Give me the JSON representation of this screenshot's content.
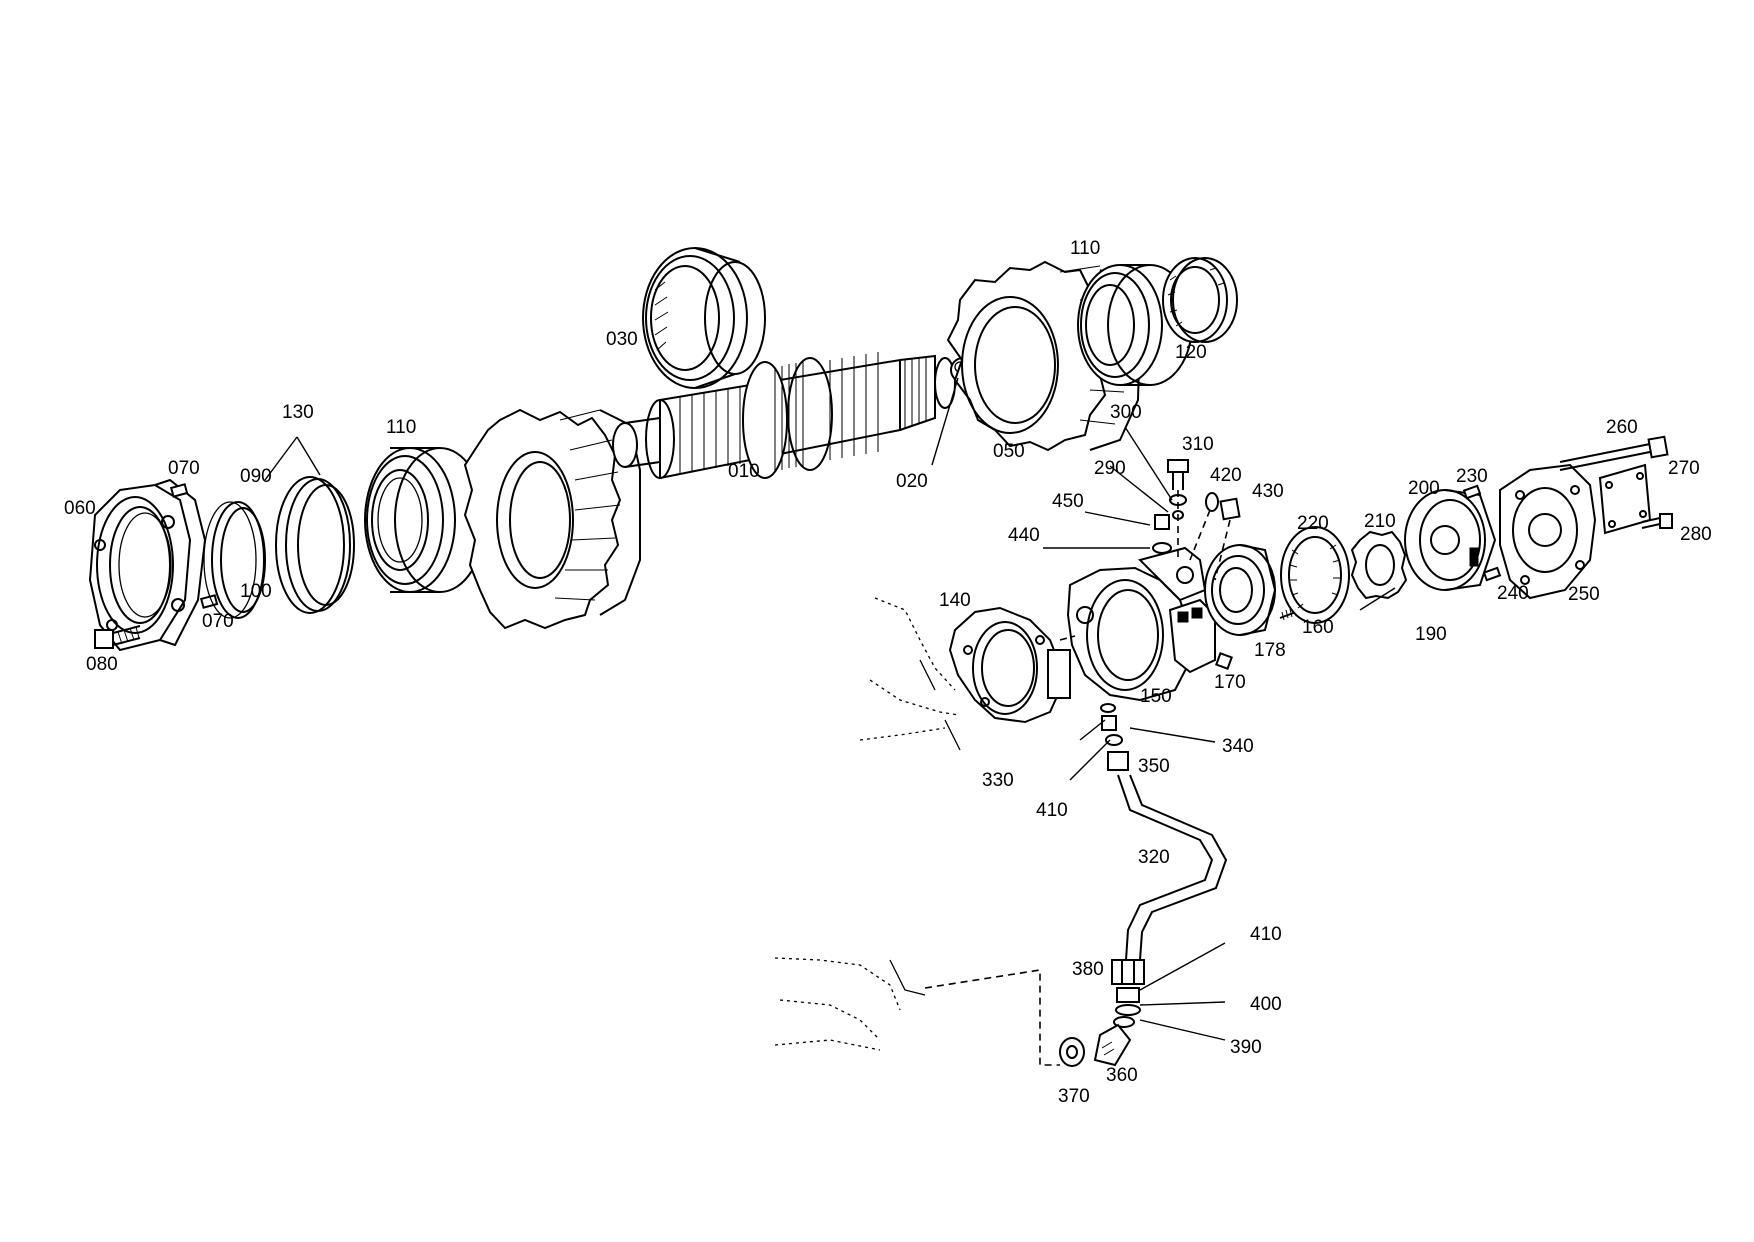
{
  "diagram": {
    "type": "exploded-parts-drawing",
    "callouts": {
      "p010": "010",
      "p020": "020",
      "p030": "030",
      "p050": "050",
      "p060": "060",
      "p070a": "070",
      "p070b": "070",
      "p080": "080",
      "p090": "090",
      "p100": "100",
      "p110a": "110",
      "p110b": "110",
      "p120": "120",
      "p130": "130",
      "p140": "140",
      "p150": "150",
      "p160": "160",
      "p170": "170",
      "p178": "178",
      "p190": "190",
      "p200": "200",
      "p210": "210",
      "p220": "220",
      "p230": "230",
      "p240": "240",
      "p250": "250",
      "p260": "260",
      "p270": "270",
      "p280": "280",
      "p290": "290",
      "p300": "300",
      "p310": "310",
      "p320": "320",
      "p330": "330",
      "p340": "340",
      "p350": "350",
      "p360": "360",
      "p370": "370",
      "p380": "380",
      "p390": "390",
      "p400": "400",
      "p410a": "410",
      "p410b": "410",
      "p420": "420",
      "p430": "430",
      "p440": "440",
      "p450": "450"
    }
  }
}
